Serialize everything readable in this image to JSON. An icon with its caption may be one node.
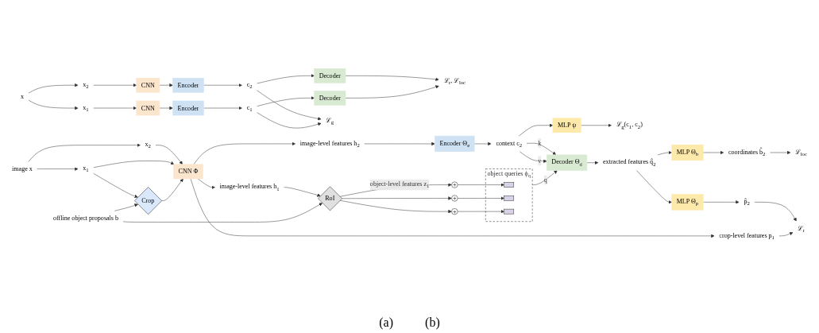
{
  "diagram": {
    "nodes": [
      {
        "text": [
          "ℒ$_{r}$, ℒ$_{loc}$"
        ]
      },
      {
        "text": [
          "Decoder"
        ]
      },
      {
        "text": [
          "Decoder"
        ]
      },
      {
        "text": [
          "c$_{2}$"
        ]
      },
      {
        "text": [
          "ℒ$_{g}$"
        ]
      },
      {
        "text": [
          "c$_{1}$"
        ]
      },
      {
        "text": [
          "Encoder"
        ]
      },
      {
        "text": [
          "Encoder"
        ]
      },
      {
        "text": [
          "CNN"
        ]
      },
      {
        "text": [
          "CNN"
        ]
      },
      {
        "text": [
          "x$_{1}$"
        ]
      },
      {
        "text": [
          "x"
        ]
      },
      {
        "text": [
          "x$_{2}$"
        ]
      },
      {
        "text": [
          "x$_{2}$"
        ]
      },
      {
        "text": [
          "image x"
        ]
      },
      {
        "text": [
          "x$_{1}$"
        ]
      },
      {
        "text": [
          "Crop"
        ]
      },
      {
        "text": [
          "CNN Φ"
        ]
      },
      {
        "text": [
          "image-level features h$_{2}$"
        ]
      },
      {
        "text": [
          "image-level features h$_{1}$"
        ]
      },
      {
        "text": [
          "offline object proposals b"
        ]
      },
      {
        "text": [
          "crop-level features p$_{1}$"
        ]
      },
      {
        "text": [
          "RoI"
        ]
      },
      {
        "text": [
          "+"
        ]
      },
      {
        "text": [
          "+"
        ]
      },
      {
        "text": [
          "+"
        ]
      },
      {
        "text": [
          "object queries ϕ$_{q}$"
        ]
      },
      {
        "text": [],
        "shape": "box",
        "in": 26
      },
      {
        "text": [],
        "shape": "box",
        "in": 26
      },
      {
        "text": [],
        "shape": "box",
        "in": 26
      },
      {
        "text": [
          "Encoder Θ$_{e}$"
        ]
      },
      {
        "text": [
          "context c$_{2}$"
        ]
      },
      {
        "text": [
          "MLP ψ"
        ]
      },
      {
        "text": [
          "ℒ$_{g}$(c$_{1}$, c$_{2}$)"
        ]
      },
      {
        "text": [
          "Decoder Θ$_{d}$"
        ]
      },
      {
        "text": [
          "extracted features q̂$_{2}$"
        ]
      },
      {
        "text": [
          "MLP Θ$_{b}$"
        ]
      },
      {
        "text": [
          "MLP Θ$_{p}$"
        ]
      },
      {
        "text": [
          "coordinates b̂$_{2}$"
        ]
      },
      {
        "text": [
          "p̂$_{2}$"
        ]
      },
      {
        "text": [
          "ℒ$_{r}$"
        ]
      },
      {
        "text": [
          "ℒ$_{loc}$"
        ]
      }
    ],
    "edges": [
      {
        "from": 1,
        "to": 0,
        "arrow": "to"
      },
      {
        "from": 2,
        "to": 0,
        "arrow": "to"
      },
      {
        "from": 3,
        "to": 1,
        "arrow": "to"
      },
      {
        "from": 5,
        "to": 2,
        "arrow": "to"
      },
      {
        "from": 3,
        "to": 4,
        "arrow": "to"
      },
      {
        "from": 5,
        "to": 4,
        "arrow": "to"
      },
      {
        "from": 6,
        "to": 3,
        "arrow": "to"
      },
      {
        "from": 7,
        "to": 5,
        "arrow": "to"
      },
      {
        "from": 9,
        "to": 6,
        "arrow": "to"
      },
      {
        "from": 8,
        "to": 7,
        "arrow": "to"
      },
      {
        "from": 10,
        "to": 8,
        "arrow": "to"
      },
      {
        "from": 12,
        "to": 9,
        "arrow": "to"
      },
      {
        "from": 11,
        "to": 10,
        "arrow": "to"
      },
      {
        "from": 11,
        "to": 12,
        "arrow": "to"
      },
      {
        "from": 14,
        "to": 13,
        "arrow": "to"
      },
      {
        "from": 14,
        "to": 15,
        "arrow": "to"
      },
      {
        "from": 15,
        "to": 16,
        "arrow": "to"
      },
      {
        "from": 13,
        "to": 17,
        "arrow": "to"
      },
      {
        "from": 15,
        "to": 17,
        "arrow": "to"
      },
      {
        "from": 16,
        "to": 17,
        "arrow": "to"
      },
      {
        "from": 17,
        "to": 18,
        "arrow": "to"
      },
      {
        "from": 17,
        "to": 19,
        "arrow": "to"
      },
      {
        "from": 17,
        "to": 21,
        "arrow": "to"
      },
      {
        "from": 18,
        "to": 30,
        "arrow": "to"
      },
      {
        "from": 30,
        "to": 31,
        "arrow": "to"
      },
      {
        "from": 31,
        "to": 32,
        "arrow": "to"
      },
      {
        "from": 32,
        "to": 33,
        "arrow": "to"
      },
      {
        "from": 31,
        "to": 34,
        "label": "k",
        "arrow": "to"
      },
      {
        "from": 31,
        "to": 34,
        "label": "v",
        "arrow": "to"
      },
      {
        "from": 19,
        "to": 22,
        "arrow": "to"
      },
      {
        "from": 20,
        "to": 22,
        "arrow": "to"
      },
      {
        "from": 20,
        "to": 16,
        "arrow": "to"
      },
      {
        "from": 22,
        "to": 23,
        "label": "object-level features z$_{1}$",
        "arrow": "to"
      },
      {
        "from": 22,
        "to": 24,
        "arrow": "to"
      },
      {
        "from": 22,
        "to": 25,
        "arrow": "to"
      },
      {
        "from": 23,
        "to": 27,
        "arrow": "to"
      },
      {
        "from": 24,
        "to": 28,
        "arrow": "to"
      },
      {
        "from": 25,
        "to": 29,
        "arrow": "to"
      },
      {
        "from": 26,
        "to": 34,
        "label": "q",
        "arrow": "to"
      },
      {
        "from": 34,
        "to": 35,
        "arrow": "to"
      },
      {
        "from": 35,
        "to": 36,
        "arrow": "to"
      },
      {
        "from": 35,
        "to": 37,
        "arrow": "to"
      },
      {
        "from": 36,
        "to": 38,
        "arrow": "to"
      },
      {
        "from": 38,
        "to": 41,
        "arrow": "to"
      },
      {
        "from": 37,
        "to": 39,
        "arrow": "to"
      },
      {
        "from": 39,
        "to": 40,
        "arrow": "to"
      },
      {
        "from": 21,
        "to": 40,
        "arrow": "to"
      }
    ],
    "labels": [
      "(a)",
      "(b)"
    ]
  }
}
